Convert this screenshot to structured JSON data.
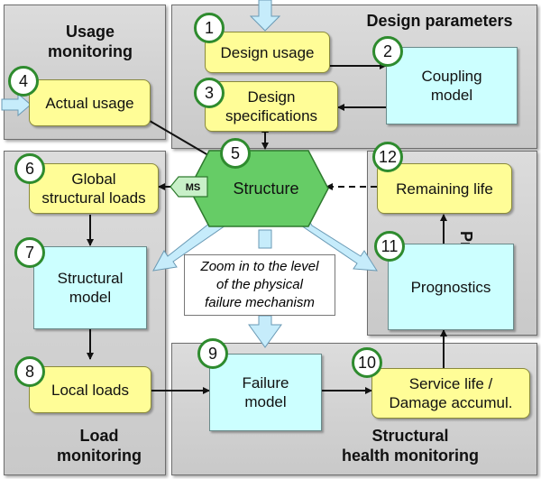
{
  "panels": {
    "usage_monitoring": "Usage\nmonitoring",
    "design_parameters": "Design parameters",
    "load_monitoring": "Load\nmonitoring",
    "prognostic": "Prognostic",
    "shm": "Structural\nhealth monitoring"
  },
  "nodes": {
    "n1": {
      "num": "1",
      "label": "Design usage"
    },
    "n2": {
      "num": "2",
      "label": "Coupling\nmodel"
    },
    "n3": {
      "num": "3",
      "label": "Design\nspecifications"
    },
    "n4": {
      "num": "4",
      "label": "Actual usage"
    },
    "n5": {
      "num": "5",
      "label": "Structure"
    },
    "n6": {
      "num": "6",
      "label": "Global\nstructural loads"
    },
    "n7": {
      "num": "7",
      "label": "Structural\nmodel"
    },
    "n8": {
      "num": "8",
      "label": "Local loads"
    },
    "n9": {
      "num": "9",
      "label": "Failure\nmodel"
    },
    "n10": {
      "num": "10",
      "label": "Service life /\nDamage accumul."
    },
    "n11": {
      "num": "11",
      "label": "Prognostics"
    },
    "n12": {
      "num": "12",
      "label": "Remaining life"
    }
  },
  "ms_label": "MS",
  "zoom_text": "Zoom in to the level\nof the physical\nfailure mechanism",
  "colors": {
    "panel": "#d3d3d3",
    "yellow_box": "#fffd97",
    "cyan_box": "#ccffff",
    "hexagon": "#66cc66",
    "number_ring": "#2e8b2e",
    "big_arrow": "#c6ecfb"
  }
}
